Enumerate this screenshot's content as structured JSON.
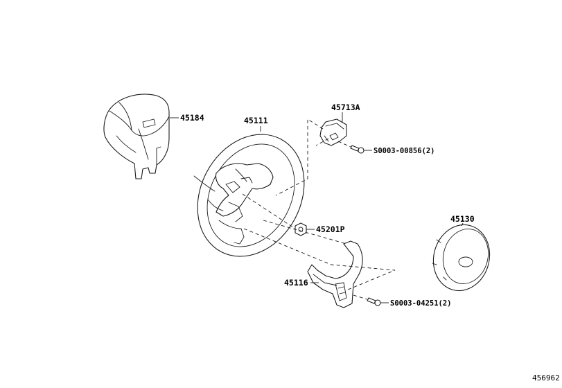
{
  "parts": {
    "cover_45184": "45184",
    "wheel_45111": "45111",
    "switch_45713a": "45713A",
    "screw_upper": "S0003-00856(2)",
    "nut_45201p": "45201P",
    "pad_45130": "45130",
    "bezel_45116": "45116",
    "screw_lower": "S0003-04251(2)"
  },
  "catalog_id": "456962"
}
